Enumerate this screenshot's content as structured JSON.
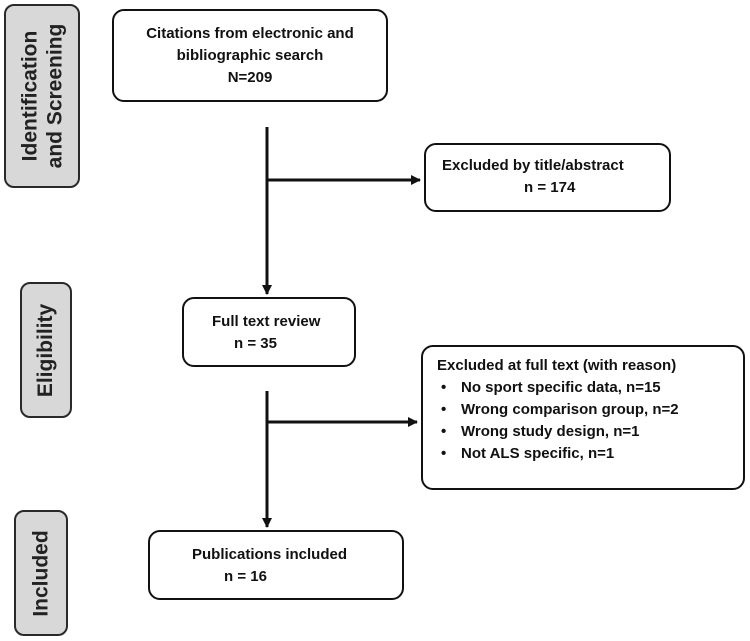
{
  "stages": {
    "identification": [
      "Identification",
      "and Screening"
    ],
    "eligibility": [
      "Eligibility"
    ],
    "included": [
      "Included"
    ]
  },
  "boxes": {
    "citations": {
      "lines": [
        "Citations from electronic and",
        "bibliographic search",
        "N=209"
      ]
    },
    "excluded_title": {
      "lines": [
        "Excluded by title/abstract",
        "n = 174"
      ]
    },
    "full_text": {
      "lines": [
        "Full text review",
        "n = 35"
      ]
    },
    "excluded_full": {
      "heading": "Excluded at full text (with reason)",
      "reasons": [
        "No sport specific data, n=15",
        "Wrong comparison group, n=2",
        "Wrong study design, n=1",
        "Not ALS specific, n=1"
      ]
    },
    "publications": {
      "lines": [
        "Publications included",
        "n = 16"
      ]
    }
  },
  "colors": {
    "stage_fill": "#d8d8d8",
    "stroke": "#111111"
  }
}
